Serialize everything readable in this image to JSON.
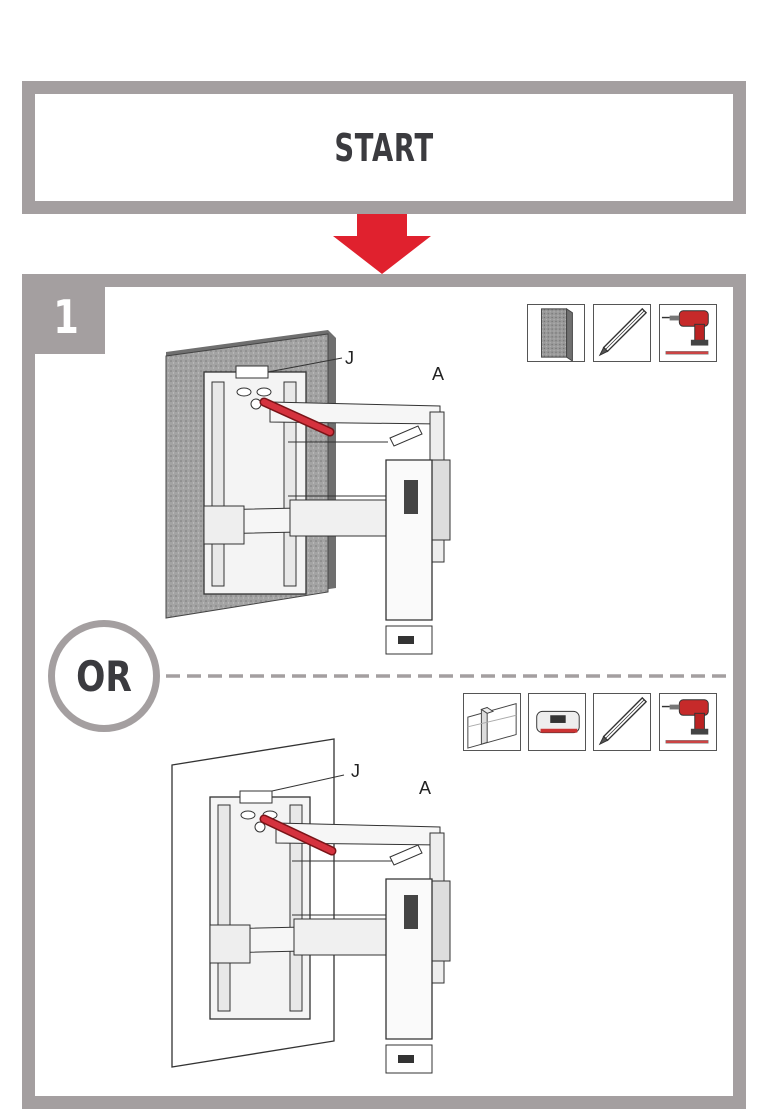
{
  "header": {
    "title": "START"
  },
  "step": {
    "number": "1"
  },
  "separator": {
    "text": "OR"
  },
  "parts": {
    "bracket_label": "J",
    "arm_label": "A"
  },
  "tools": {
    "option1": [
      "concrete-wall-icon",
      "pencil-icon",
      "drill-icon"
    ],
    "option2": [
      "wood-stud-icon",
      "stud-finder-icon",
      "pencil-icon",
      "drill-icon"
    ]
  },
  "colors": {
    "frame": "#a49fa0",
    "accent": "#e0212e",
    "text": "#3b3b3f"
  }
}
